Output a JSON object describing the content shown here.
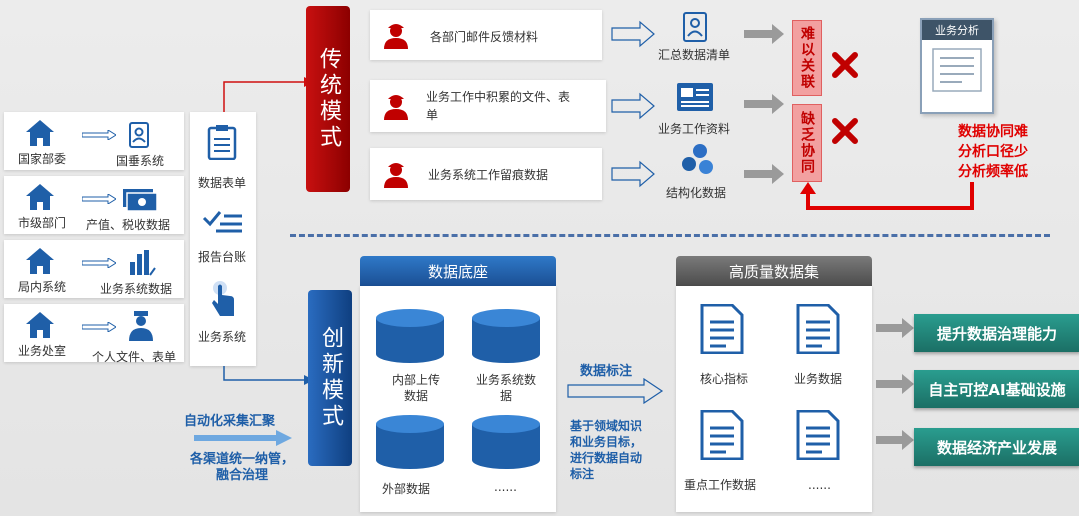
{
  "sources": [
    {
      "dept": "国家部委",
      "system": "国垂系统"
    },
    {
      "dept": "市级部门",
      "system": "产值、税收数据"
    },
    {
      "dept": "局内系统",
      "system": "业务系统数据"
    },
    {
      "dept": "业务处室",
      "system": "个人文件、表单"
    }
  ],
  "channels": [
    "数据表单",
    "报告台账",
    "业务系统"
  ],
  "traditional": {
    "tag": "传统模式",
    "rows": [
      {
        "text": "各部门邮件反馈材料",
        "result": "汇总数据清单"
      },
      {
        "text": "业务工作中积累的文件、表单",
        "result": "业务工作资料"
      },
      {
        "text": "业务系统工作留痕数据",
        "result": "结构化数据"
      }
    ],
    "problem1": "难以关联",
    "problem2": "缺乏协同",
    "analysis_title": "业务分析",
    "issues": [
      "数据协同难",
      "分析口径少",
      "分析频率低"
    ]
  },
  "innovative": {
    "tag": "创新模式",
    "auto_collect": "自动化采集汇聚",
    "auto_collect_desc": [
      "各渠道统一纳管，",
      "融合治理"
    ],
    "base_title": "数据底座",
    "base_items": [
      "内部上传数据",
      "业务系统数据",
      "外部数据",
      "......"
    ],
    "annotate_title": "数据标注",
    "annotate_desc": [
      "基于领域知识",
      "和业务目标，",
      "进行数据自动",
      "标注"
    ],
    "dataset_title": "高质量数据集",
    "dataset_items": [
      "核心指标",
      "业务数据",
      "重点工作数据",
      "......"
    ],
    "outcomes": [
      "提升数据治理能力",
      "自主可控AI基础设施",
      "数据经济产业发展"
    ]
  },
  "colors": {
    "red": "#c00000",
    "blue": "#1f5fa8",
    "green": "#1f7f73"
  }
}
